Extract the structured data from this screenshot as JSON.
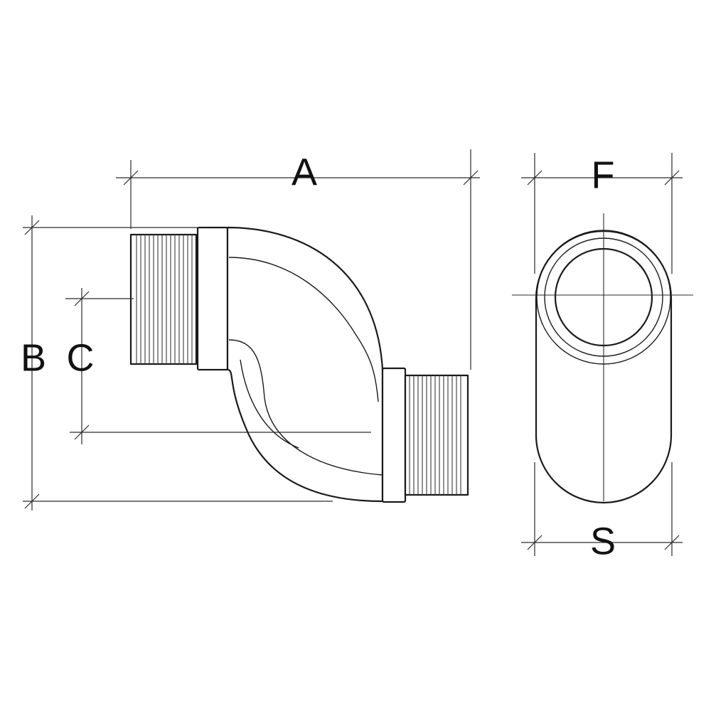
{
  "dimensions": {
    "A": "A",
    "B": "B",
    "C": "C",
    "F": "F",
    "S": "S"
  },
  "colors": {
    "line": "#1a1a1a",
    "background": "#ffffff"
  }
}
